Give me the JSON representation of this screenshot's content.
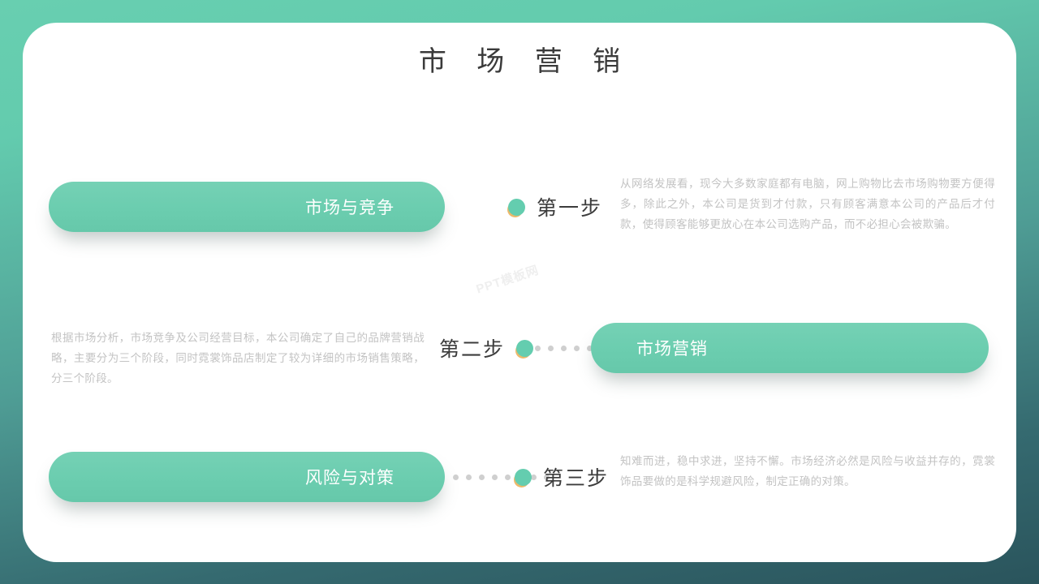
{
  "slide": {
    "title": "市 场 营 销",
    "watermark": "PPT模板网",
    "background_gradient_from": "#68cfb0",
    "background_gradient_to": "#2a545c",
    "card_background": "#ffffff",
    "accent_color": "#66c8aa",
    "dot_shadow_color": "#e7a13a",
    "body_text_color": "#c3c3c3",
    "connector_dot_color": "#cfcfcf"
  },
  "steps": [
    {
      "label": "第一步",
      "pill_label": "市场与竞争",
      "pill_side": "left",
      "paragraph": "从网络发展看，现今大多数家庭都有电脑，网上购物比去市场购物要方便得多，除此之外，本公司是货到才付款，只有顾客满意本公司的产品后才付款，使得顾客能够更放心在本公司选购产品，而不必担心会被欺骗。",
      "paragraph_side": "right",
      "has_connector": false
    },
    {
      "label": "第二步",
      "pill_label": "市场营销",
      "pill_side": "right",
      "paragraph": "根据市场分析，市场竞争及公司经营目标，本公司确定了自己的品牌营销战略，主要分为三个阶段，同时霓裳饰品店制定了较为详细的市场销售策略，分三个阶段。",
      "paragraph_side": "left",
      "has_connector": true,
      "connector_dots": 8
    },
    {
      "label": "第三步",
      "pill_label": "风险与对策",
      "pill_side": "left",
      "paragraph": "知难而进，稳中求进，坚持不懈。市场经济必然是风险与收益并存的，霓裳饰品要做的是科学规避风险，制定正确的对策。",
      "paragraph_side": "right",
      "has_connector": true,
      "connector_dots": 8
    }
  ]
}
